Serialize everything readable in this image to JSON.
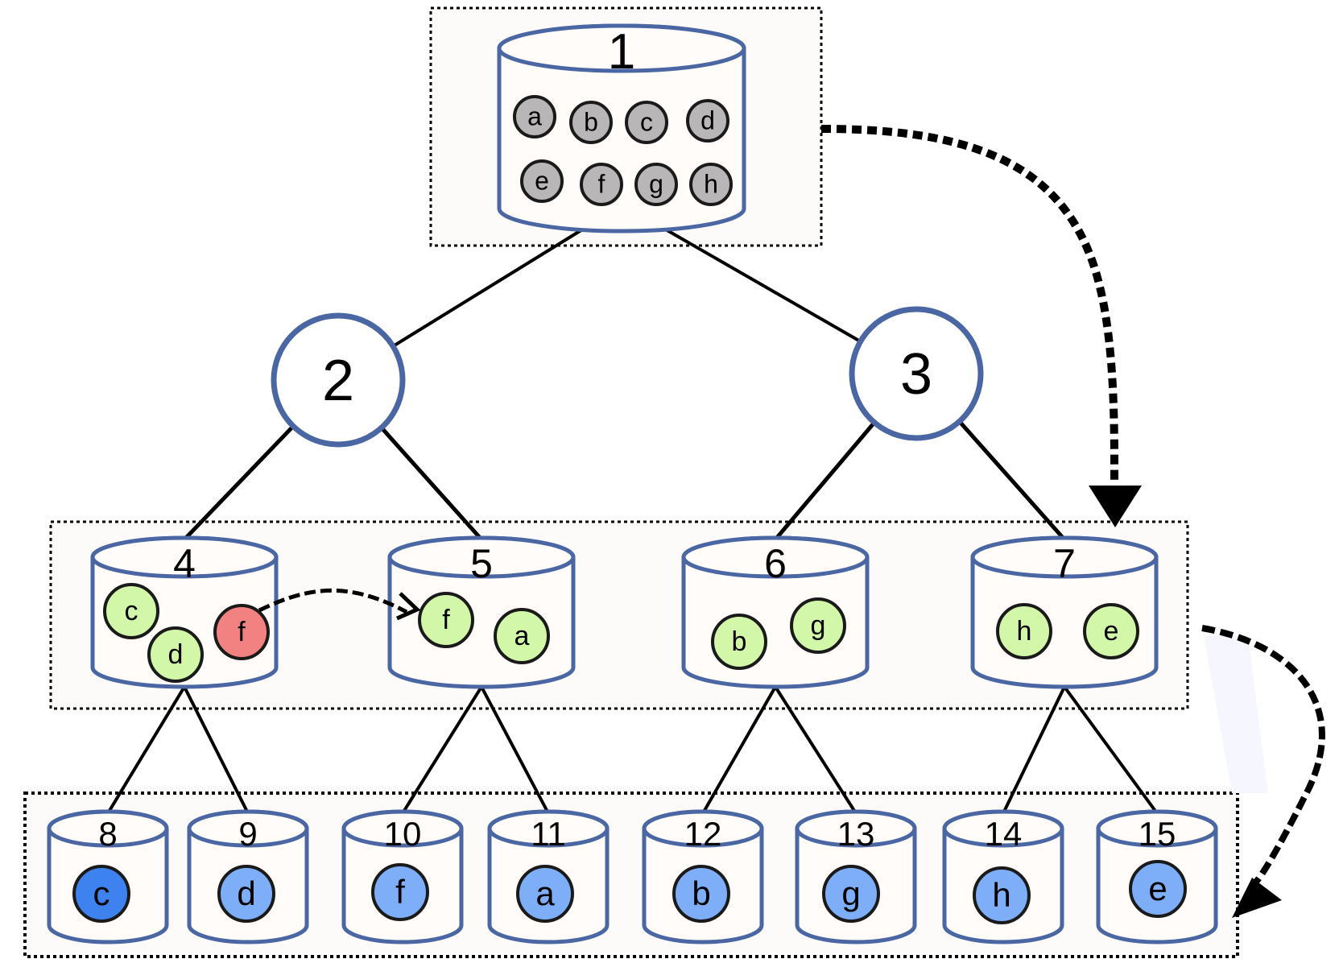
{
  "colors": {
    "node_stroke": "#4a66a3",
    "node_fill": "#fffcfa",
    "group_fill": "#fdfbfa",
    "ball_gray": "#b8b6b6",
    "ball_green": "#d2f7a9",
    "ball_red": "#f28282",
    "ball_blue": "#7eaef7",
    "ball_blue_dark": "#3d82ef",
    "edge": "#000000"
  },
  "nodes": [
    {
      "id": "1",
      "label": "1",
      "kind": "cylinder",
      "balls": [
        {
          "label": "a",
          "color": "gray"
        },
        {
          "label": "b",
          "color": "gray"
        },
        {
          "label": "c",
          "color": "gray"
        },
        {
          "label": "d",
          "color": "gray"
        },
        {
          "label": "e",
          "color": "gray"
        },
        {
          "label": "f",
          "color": "gray"
        },
        {
          "label": "g",
          "color": "gray"
        },
        {
          "label": "h",
          "color": "gray"
        }
      ]
    },
    {
      "id": "2",
      "label": "2",
      "kind": "circle",
      "balls": []
    },
    {
      "id": "3",
      "label": "3",
      "kind": "circle",
      "balls": []
    },
    {
      "id": "4",
      "label": "4",
      "kind": "cylinder",
      "balls": [
        {
          "label": "c",
          "color": "green"
        },
        {
          "label": "d",
          "color": "green"
        },
        {
          "label": "f",
          "color": "red"
        }
      ]
    },
    {
      "id": "5",
      "label": "5",
      "kind": "cylinder",
      "balls": [
        {
          "label": "f",
          "color": "green"
        },
        {
          "label": "a",
          "color": "green"
        }
      ]
    },
    {
      "id": "6",
      "label": "6",
      "kind": "cylinder",
      "balls": [
        {
          "label": "b",
          "color": "green"
        },
        {
          "label": "g",
          "color": "green"
        }
      ]
    },
    {
      "id": "7",
      "label": "7",
      "kind": "cylinder",
      "balls": [
        {
          "label": "h",
          "color": "green"
        },
        {
          "label": "e",
          "color": "green"
        }
      ]
    },
    {
      "id": "8",
      "label": "8",
      "kind": "cylinder",
      "balls": [
        {
          "label": "c",
          "color": "blue_dark"
        }
      ]
    },
    {
      "id": "9",
      "label": "9",
      "kind": "cylinder",
      "balls": [
        {
          "label": "d",
          "color": "blue"
        }
      ]
    },
    {
      "id": "10",
      "label": "10",
      "kind": "cylinder",
      "balls": [
        {
          "label": "f",
          "color": "blue"
        }
      ]
    },
    {
      "id": "11",
      "label": "11",
      "kind": "cylinder",
      "balls": [
        {
          "label": "a",
          "color": "blue"
        }
      ]
    },
    {
      "id": "12",
      "label": "12",
      "kind": "cylinder",
      "balls": [
        {
          "label": "b",
          "color": "blue"
        }
      ]
    },
    {
      "id": "13",
      "label": "13",
      "kind": "cylinder",
      "balls": [
        {
          "label": "g",
          "color": "blue"
        }
      ]
    },
    {
      "id": "14",
      "label": "14",
      "kind": "cylinder",
      "balls": [
        {
          "label": "h",
          "color": "blue"
        }
      ]
    },
    {
      "id": "15",
      "label": "15",
      "kind": "cylinder",
      "balls": [
        {
          "label": "e",
          "color": "blue"
        }
      ]
    }
  ],
  "edges": [
    [
      "1",
      "2"
    ],
    [
      "1",
      "3"
    ],
    [
      "2",
      "4"
    ],
    [
      "2",
      "5"
    ],
    [
      "3",
      "6"
    ],
    [
      "3",
      "7"
    ],
    [
      "4",
      "8"
    ],
    [
      "4",
      "9"
    ],
    [
      "5",
      "10"
    ],
    [
      "5",
      "11"
    ],
    [
      "6",
      "12"
    ],
    [
      "6",
      "13"
    ],
    [
      "7",
      "14"
    ],
    [
      "7",
      "15"
    ]
  ],
  "transfers": [
    {
      "from": "1",
      "to": "7",
      "style": "dotted-thick"
    },
    {
      "from": "7",
      "to": "15",
      "style": "dashed-thick"
    },
    {
      "from": "4",
      "to": "5",
      "item": "f",
      "style": "dashed-thin"
    }
  ]
}
